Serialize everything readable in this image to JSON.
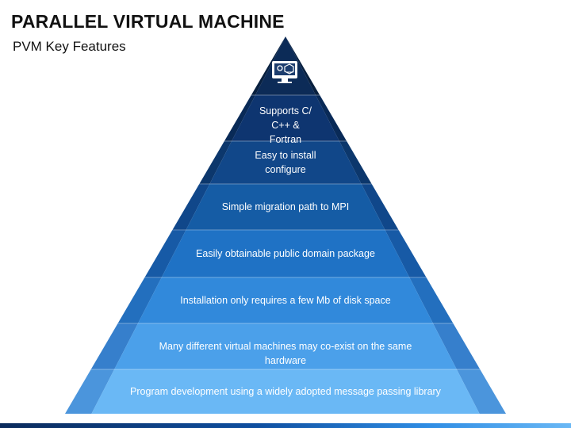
{
  "title": "PARALLEL VIRTUAL MACHINE",
  "subtitle": "PVM Key Features",
  "icon": "monitor-gears-icon",
  "levels": [
    {
      "text": "Supports C/\nC++ & Fortran"
    },
    {
      "text": "Easy to install\nconfigure"
    },
    {
      "text": "Simple migration path to MPI"
    },
    {
      "text": "Easily obtainable public domain package"
    },
    {
      "text": "Installation only requires a few Mb of disk space"
    },
    {
      "text": "Many different virtual machines may co-exist on the same hardware"
    },
    {
      "text": "Program development using a widely adopted message passing library"
    }
  ],
  "colors": {
    "tier_top": "#0a2a55",
    "tier_bottom": "#69b8f5",
    "side_shade": "#0c3d80"
  }
}
